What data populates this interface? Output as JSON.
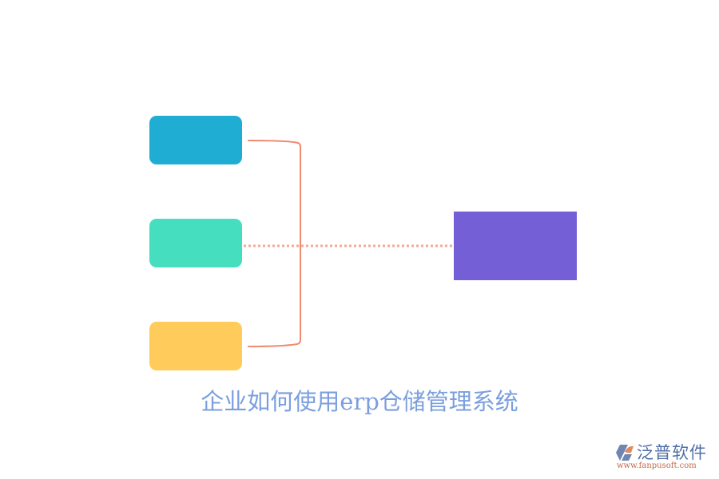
{
  "diagram": {
    "title": "企业如何使用erp仓储管理系统",
    "colors": {
      "node_top": "#1fadd3",
      "node_middle": "#45dfc0",
      "node_bottom": "#ffcc5c",
      "node_target": "#755fd6",
      "connector": "#f08a70",
      "title": "#7b9fde"
    },
    "nodes": [
      {
        "id": "top",
        "label": ""
      },
      {
        "id": "middle",
        "label": ""
      },
      {
        "id": "bottom",
        "label": ""
      },
      {
        "id": "target",
        "label": ""
      }
    ]
  },
  "watermark": {
    "brand": "泛普软件",
    "url": "www.fanpusoft.com",
    "icon": "fanpu-logo-icon"
  }
}
